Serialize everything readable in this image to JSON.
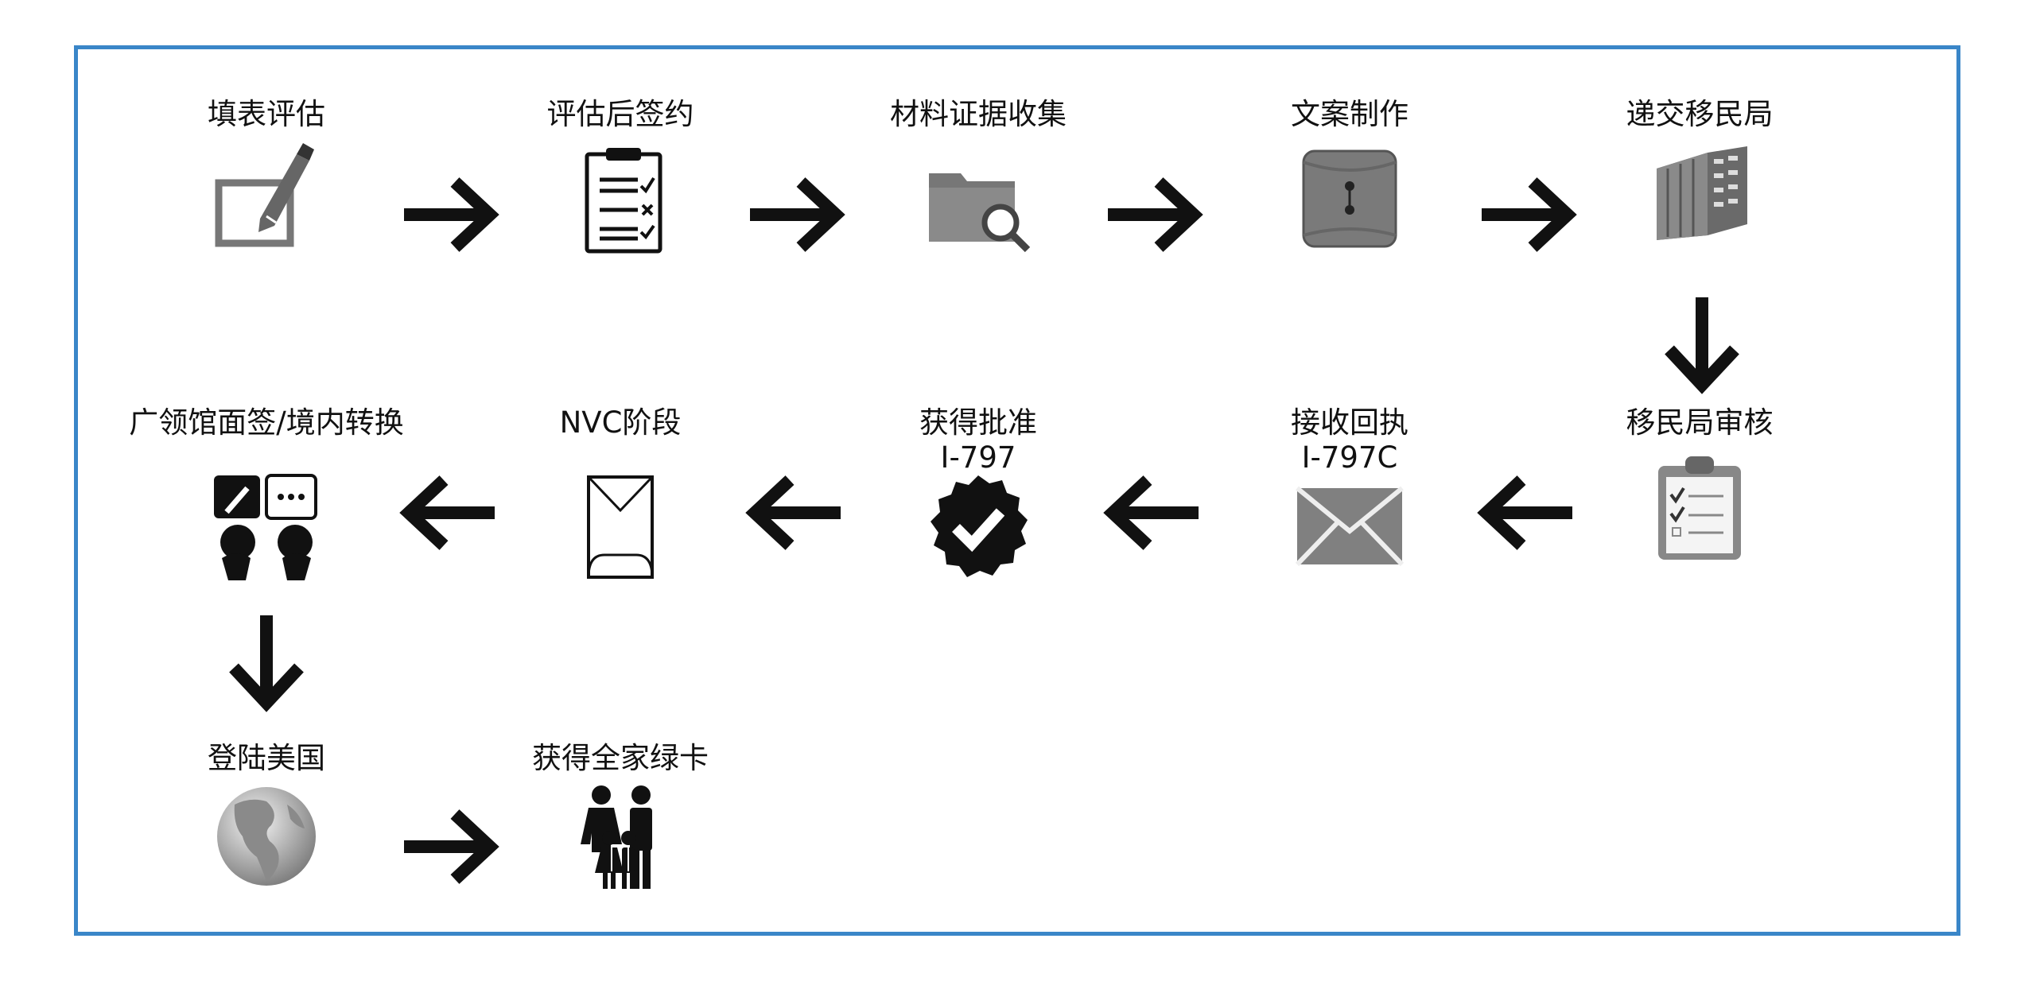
{
  "diagram": {
    "border_color": "#3a86c8",
    "steps": [
      {
        "label": "填表评估",
        "icon": "form-pen-icon"
      },
      {
        "label": "评估后签约",
        "icon": "checklist-clipboard-icon"
      },
      {
        "label": "材料证据收集",
        "icon": "folder-search-icon"
      },
      {
        "label": "文案制作",
        "icon": "envelope-document-icon"
      },
      {
        "label": "递交移民局",
        "icon": "office-building-icon"
      },
      {
        "label": "移民局审核",
        "icon": "review-clipboard-icon"
      },
      {
        "label": "接收回执\nI-797C",
        "icon": "mail-envelope-icon"
      },
      {
        "label": "获得批准\nI-797",
        "icon": "verified-badge-icon"
      },
      {
        "label": "NVC阶段",
        "icon": "blank-envelope-icon"
      },
      {
        "label": "广领馆面签/境内转换",
        "icon": "interview-people-icon"
      },
      {
        "label": "登陆美国",
        "icon": "globe-icon"
      },
      {
        "label": "获得全家绿卡",
        "icon": "family-icon"
      }
    ]
  }
}
